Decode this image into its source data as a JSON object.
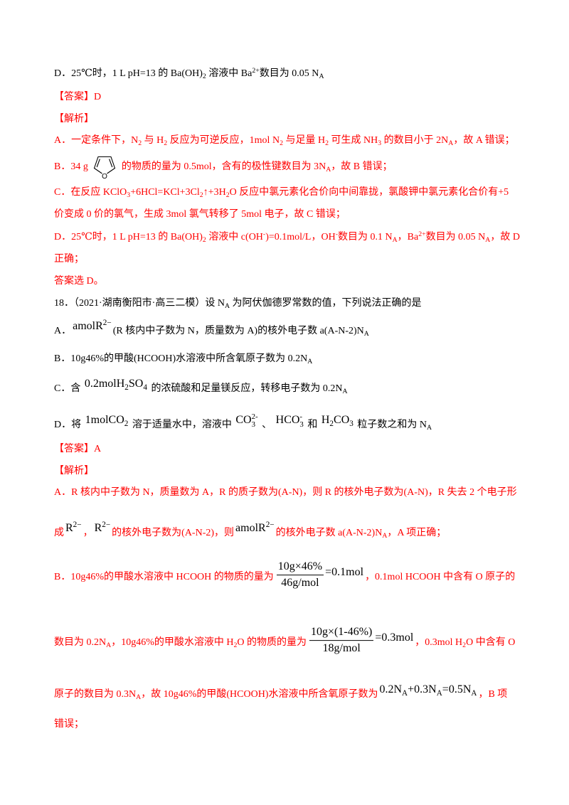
{
  "colors": {
    "question_text": "#000000",
    "answer_text": "#ff0000",
    "formula_text": "#000000"
  },
  "q17": {
    "option_d": [
      "D．25℃时，1 L pH=13 的 Ba(OH)",
      {
        "sub": "2"
      },
      " 溶液中 Ba",
      {
        "sup": "2+"
      },
      "数目为 0.05 N",
      {
        "sub": "A"
      }
    ]
  },
  "a17": {
    "answer": [
      "【答案】D"
    ],
    "analysis_label": [
      "【解析】"
    ],
    "line_a": [
      "A．一定条件下，N",
      {
        "sub": "2"
      },
      " 与 H",
      {
        "sub": "2"
      },
      " 反应为可逆反应，1mol N",
      {
        "sub": "2"
      },
      " 与足量 H",
      {
        "sub": "2"
      },
      " 可生成 NH",
      {
        "sub": "3"
      },
      " 的数目小于 2N",
      {
        "sub": "A"
      },
      "，故 A 错误；"
    ],
    "line_b": [
      "B．34 g ",
      {
        "icon": "furan-icon",
        "label": "O"
      },
      " 的物质的量为 0.5mol，含有的极性键数目为 3N",
      {
        "sub": "A"
      },
      "，故 B 错误；"
    ],
    "line_c1": [
      "C．在反应 KClO",
      {
        "sub": "3"
      },
      "+6HCl=KCl+3Cl",
      {
        "sub": "2"
      },
      "↑+3H",
      {
        "sub": "2"
      },
      "O 反应中氯元素化合价向中间靠拢，氯酸钾中氯元素化合价有+5"
    ],
    "line_c2": [
      "价变成 0 价的氯气，生成 3mol 氯气转移了 5mol 电子，故 C 错误；"
    ],
    "line_d1": [
      "D．25℃时，1 L pH=13 的 Ba(OH)",
      {
        "sub": "2"
      },
      " 溶液中 c(OH",
      {
        "sup": "-"
      },
      ")=0.1mol/L，OH",
      {
        "sup": "-"
      },
      "数目为 0.1 N",
      {
        "sub": "A"
      },
      "，Ba",
      {
        "sup": "2+"
      },
      "数目为 0.05 N",
      {
        "sub": "A"
      },
      "，故 D"
    ],
    "line_d2": [
      "正确；"
    ],
    "conclusion": [
      "答案选 D。"
    ]
  },
  "q18": {
    "stem": [
      "18．（2021·湖南衡阳市·高三二模）设 N",
      {
        "sub": "A"
      },
      " 为阿伏伽德罗常数的值，下列说法正确的是"
    ],
    "option_a": [
      "A．",
      {
        "f": [
          "amolR",
          {
            "sup": "2−"
          }
        ]
      },
      "(R 核内中子数为 N，质量数为 A)的核外电子数 a(A-N-2)N",
      {
        "sub": "A"
      }
    ],
    "option_b": [
      "B．10g46%的甲酸(HCOOH)水溶液中所含氧原子数为 0.2N",
      {
        "sub": "A"
      }
    ],
    "option_c": [
      "C．含 ",
      {
        "f": [
          "0.2molH",
          {
            "sub": "2"
          },
          "SO",
          {
            "sub": "4"
          }
        ]
      },
      " 的浓硫酸和足量镁反应，转移电子数为 0.2N",
      {
        "sub": "A"
      }
    ],
    "option_d": [
      "D．将 ",
      {
        "f": [
          "1molCO",
          {
            "sub": "2"
          }
        ]
      },
      " 溶于适量水中，溶液中 ",
      {
        "f": [
          "CO",
          {
            "subsup": [
              "3",
              "2-"
            ]
          }
        ]
      },
      " 、 ",
      {
        "f": [
          "HCO",
          {
            "subsup": [
              "3",
              "-"
            ]
          }
        ]
      },
      " 和 ",
      {
        "f": [
          "H",
          {
            "sub": "2"
          },
          "CO",
          {
            "sub": "3"
          }
        ]
      },
      " 粒子数之和为 N",
      {
        "sub": "A"
      }
    ]
  },
  "a18": {
    "answer": [
      "【答案】A"
    ],
    "analysis_label": [
      "【解析】"
    ],
    "line_a1": [
      "A．R 核内中子数为 N，质量数为 A，R 的质子数为(A-N)，则 R 的核外电子数为(A-N)，R 失去 2 个电子形"
    ],
    "line_a2": [
      "成",
      {
        "f": [
          "R",
          {
            "sup": "2−"
          }
        ]
      },
      "，",
      {
        "f": [
          "R",
          {
            "sup": "2−"
          }
        ]
      },
      "的核外电子数为(A-N-2)，则",
      {
        "f": [
          "amolR",
          {
            "sup": "2−"
          }
        ]
      },
      "的核外电子数 a(A-N-2)N",
      {
        "sub": "A"
      },
      "，A 项正确；"
    ],
    "line_b1": [
      "B．10g46%的甲酸水溶液中 HCOOH 的物质的量为",
      {
        "frac": {
          "num": [
            "10g×46%"
          ],
          "den": [
            "46g/mol"
          ]
        }
      },
      {
        "f": [
          "=0.1mol"
        ]
      },
      "，0.1mol HCOOH 中含有 O 原子的"
    ],
    "line_b2": [
      "数目为 0.2N",
      {
        "sub": "A"
      },
      "，10g46%的甲酸水溶液中 H",
      {
        "sub": "2"
      },
      "O 的物质的量为",
      {
        "frac": {
          "num": [
            "10g×(1-46%)"
          ],
          "den": [
            "18g/mol"
          ]
        }
      },
      {
        "f": [
          "=0.3mol"
        ]
      },
      "，0.3mol H",
      {
        "sub": "2"
      },
      "O 中含有 O"
    ],
    "line_b3": [
      "原子的数目为 0.3N",
      {
        "sub": "A"
      },
      "，故 10g46%的甲酸(HCOOH)水溶液中所含氧原子数为",
      {
        "f": [
          "0.2N",
          {
            "sub": "A"
          },
          "+0.3N",
          {
            "sub": "A"
          },
          "=0.5N",
          {
            "sub": "A"
          }
        ]
      },
      "，B 项"
    ],
    "line_b4": [
      "错误；"
    ]
  }
}
